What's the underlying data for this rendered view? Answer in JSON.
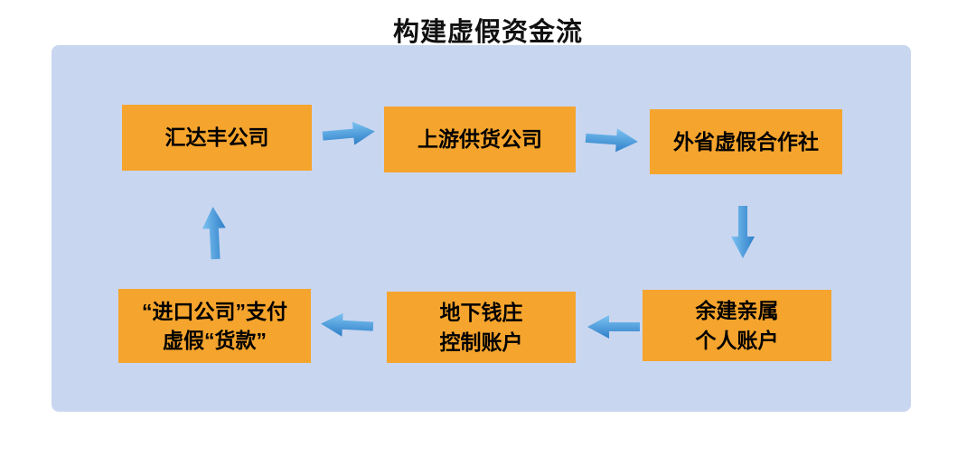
{
  "title": "构建虚假资金流",
  "colors": {
    "panel_bg": "#C9D6F0",
    "node_bg": "#F5A42D",
    "arrow_light": "#7DC3F2",
    "arrow_dark": "#2E7FC8",
    "text": "#000000"
  },
  "diagram": {
    "type": "flowchart",
    "nodes": [
      {
        "id": "huidafeng",
        "label": "汇达丰公司"
      },
      {
        "id": "shangyou",
        "label": "上游供货公司"
      },
      {
        "id": "hezuoshe",
        "label": "外省虚假合作社"
      },
      {
        "id": "qinshu",
        "label": "余建亲属",
        "label2": "个人账户"
      },
      {
        "id": "qianzhuang",
        "label": "地下钱庄",
        "label2": "控制账户"
      },
      {
        "id": "jinkou",
        "label": "“进口公司”支付",
        "label2": "虚假“货款”"
      }
    ],
    "edges": [
      {
        "from": "huidafeng",
        "to": "shangyou",
        "direction": "right"
      },
      {
        "from": "shangyou",
        "to": "hezuoshe",
        "direction": "right"
      },
      {
        "from": "hezuoshe",
        "to": "qinshu",
        "direction": "down"
      },
      {
        "from": "qinshu",
        "to": "qianzhuang",
        "direction": "left"
      },
      {
        "from": "qianzhuang",
        "to": "jinkou",
        "direction": "left"
      },
      {
        "from": "jinkou",
        "to": "huidafeng",
        "direction": "up"
      }
    ]
  }
}
